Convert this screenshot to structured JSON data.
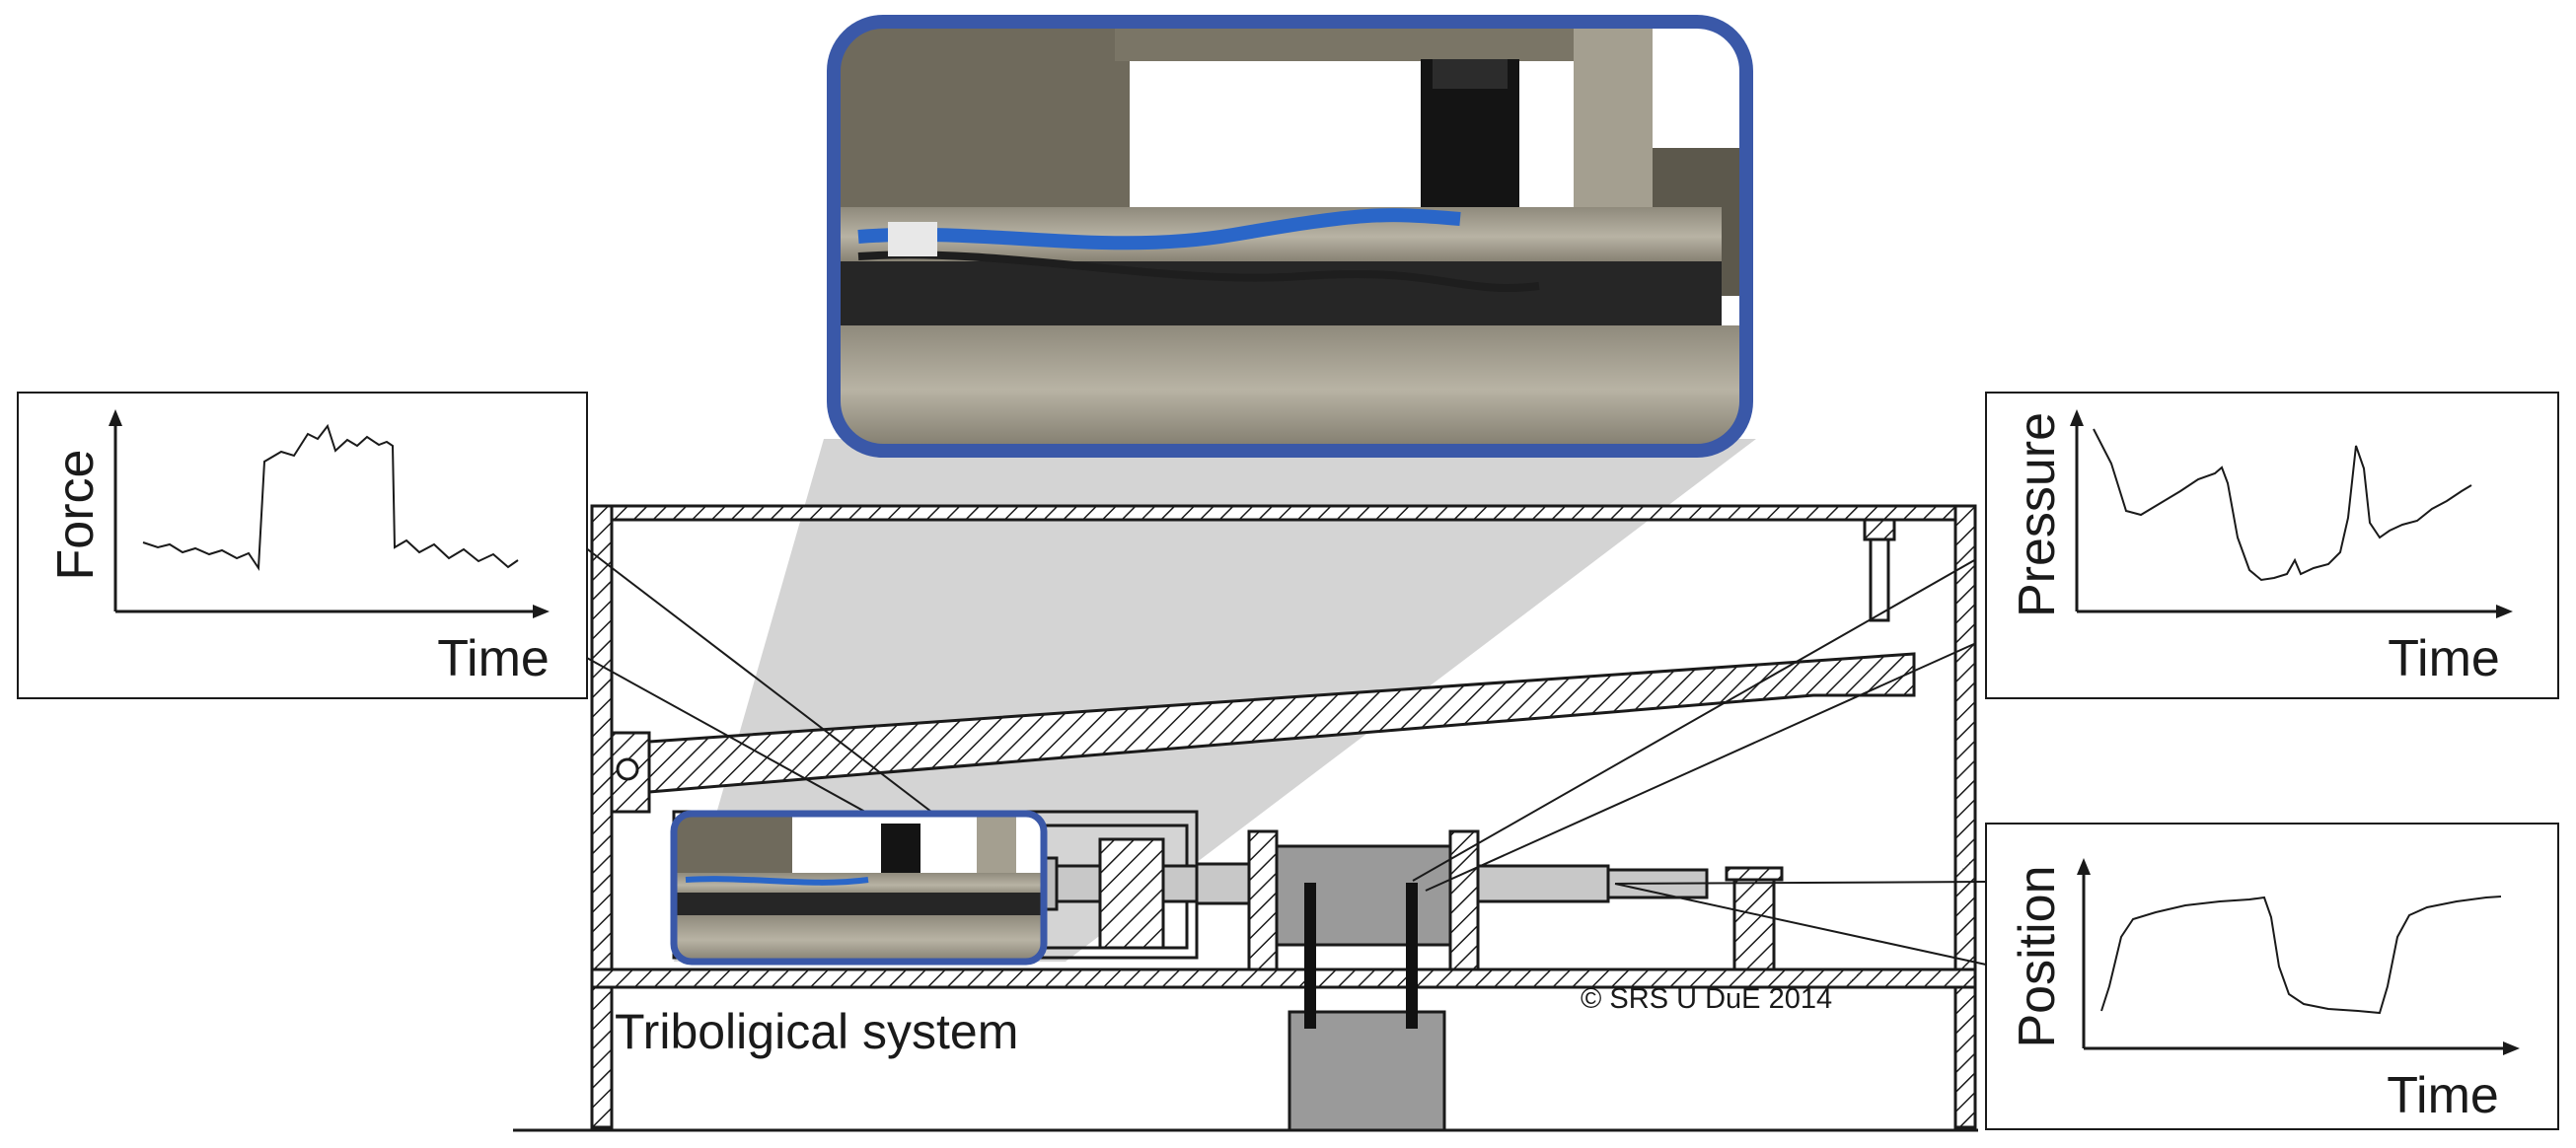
{
  "labels": {
    "system": "Triboligical system",
    "copyright": "© SRS U DuE 2014"
  },
  "charts": {
    "force": {
      "ylabel": "Force",
      "xlabel": "Time"
    },
    "pressure": {
      "ylabel": "Pressure",
      "xlabel": "Time"
    },
    "position": {
      "ylabel": "Position",
      "xlabel": "Time"
    }
  },
  "colors": {
    "photo_frame": "#3a58a8",
    "line": "#1a1a1a",
    "funnel": "#d4d4d4",
    "block_fill": "#9a9a9a",
    "rod_fill": "#c8c8c8"
  }
}
